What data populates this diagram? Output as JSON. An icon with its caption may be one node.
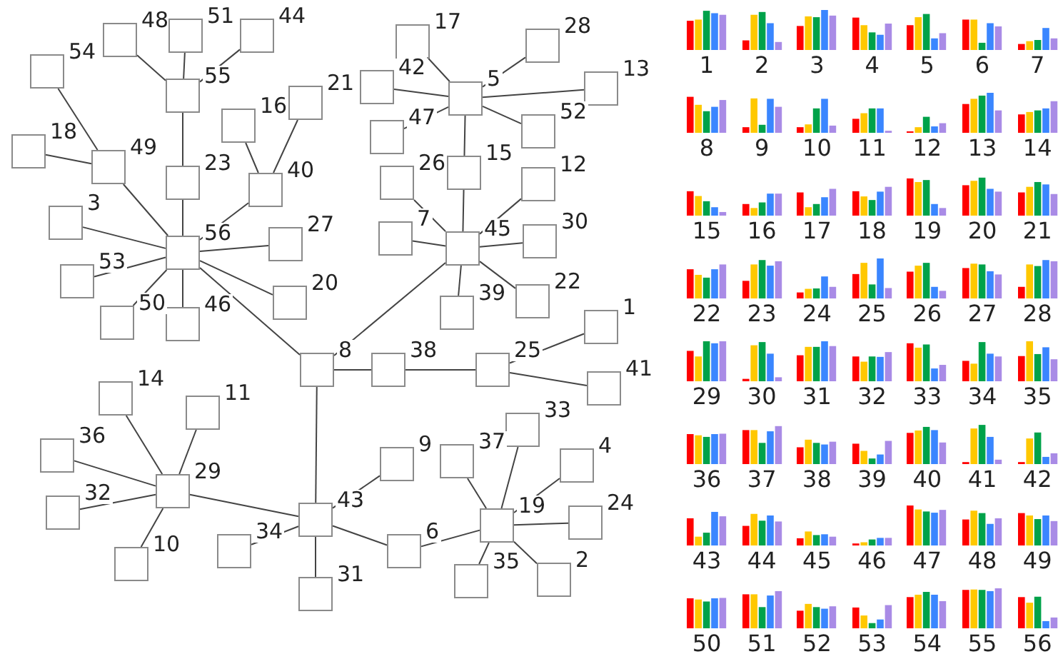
{
  "diagram": {
    "nodes": [
      {
        "text": [],
        "shape": "box",
        "beside": [
          "1"
        ]
      },
      {
        "text": [],
        "shape": "box",
        "beside": [
          "2"
        ]
      },
      {
        "text": [],
        "shape": "box",
        "beside": [
          "3"
        ]
      },
      {
        "text": [],
        "shape": "box",
        "beside": [
          "4"
        ]
      },
      {
        "text": [],
        "shape": "box",
        "beside": [
          "5"
        ]
      },
      {
        "text": [],
        "shape": "box",
        "beside": [
          "6"
        ]
      },
      {
        "text": [],
        "shape": "box",
        "beside": [
          "7"
        ]
      },
      {
        "text": [],
        "shape": "box",
        "beside": [
          "8"
        ]
      },
      {
        "text": [],
        "shape": "box",
        "beside": [
          "9"
        ]
      },
      {
        "text": [],
        "shape": "box",
        "beside": [
          "10"
        ]
      },
      {
        "text": [],
        "shape": "box",
        "beside": [
          "11"
        ]
      },
      {
        "text": [],
        "shape": "box",
        "beside": [
          "12"
        ]
      },
      {
        "text": [],
        "shape": "box",
        "beside": [
          "13"
        ]
      },
      {
        "text": [],
        "shape": "box",
        "beside": [
          "14"
        ]
      },
      {
        "text": [],
        "shape": "box",
        "beside": [
          "15"
        ]
      },
      {
        "text": [],
        "shape": "box",
        "beside": [
          "16"
        ]
      },
      {
        "text": [],
        "shape": "box",
        "beside": [
          "17"
        ]
      },
      {
        "text": [],
        "shape": "box",
        "beside": [
          "18"
        ]
      },
      {
        "text": [],
        "shape": "box",
        "beside": [
          "19"
        ]
      },
      {
        "text": [],
        "shape": "box",
        "beside": [
          "20"
        ]
      },
      {
        "text": [],
        "shape": "box",
        "beside": [
          "21"
        ]
      },
      {
        "text": [],
        "shape": "box",
        "beside": [
          "22"
        ]
      },
      {
        "text": [],
        "shape": "box",
        "beside": [
          "23"
        ]
      },
      {
        "text": [],
        "shape": "box",
        "beside": [
          "24"
        ]
      },
      {
        "text": [],
        "shape": "box",
        "beside": [
          "25"
        ]
      },
      {
        "text": [],
        "shape": "box",
        "beside": [
          "26"
        ]
      },
      {
        "text": [],
        "shape": "box",
        "beside": [
          "27"
        ]
      },
      {
        "text": [],
        "shape": "box",
        "beside": [
          "28"
        ]
      },
      {
        "text": [],
        "shape": "box",
        "beside": [
          "29"
        ]
      },
      {
        "text": [],
        "shape": "box",
        "beside": [
          "30"
        ]
      },
      {
        "text": [],
        "shape": "box",
        "beside": [
          "31"
        ]
      },
      {
        "text": [],
        "shape": "box",
        "beside": [
          "32"
        ]
      },
      {
        "text": [],
        "shape": "box",
        "beside": [
          "33"
        ]
      },
      {
        "text": [],
        "shape": "box",
        "beside": [
          "34"
        ]
      },
      {
        "text": [],
        "shape": "box",
        "beside": [
          "35"
        ]
      },
      {
        "text": [],
        "shape": "box",
        "beside": [
          "36"
        ]
      },
      {
        "text": [],
        "shape": "box",
        "beside": [
          "37"
        ]
      },
      {
        "text": [],
        "shape": "box",
        "beside": [
          "38"
        ]
      },
      {
        "text": [],
        "shape": "box",
        "beside": [
          "39"
        ]
      },
      {
        "text": [],
        "shape": "box",
        "beside": [
          "40"
        ]
      },
      {
        "text": [],
        "shape": "box",
        "beside": [
          "41"
        ]
      },
      {
        "text": [],
        "shape": "box",
        "beside": [
          "42"
        ]
      },
      {
        "text": [],
        "shape": "box",
        "beside": [
          "43"
        ]
      },
      {
        "text": [],
        "shape": "box",
        "beside": [
          "44"
        ]
      },
      {
        "text": [],
        "shape": "box",
        "beside": [
          "45"
        ]
      },
      {
        "text": [],
        "shape": "box",
        "beside": [
          "46"
        ]
      },
      {
        "text": [],
        "shape": "box",
        "beside": [
          "47"
        ]
      },
      {
        "text": [],
        "shape": "box",
        "beside": [
          "48"
        ]
      },
      {
        "text": [],
        "shape": "box",
        "beside": [
          "49"
        ]
      },
      {
        "text": [],
        "shape": "box",
        "beside": [
          "50"
        ]
      },
      {
        "text": [],
        "shape": "box",
        "beside": [
          "51"
        ]
      },
      {
        "text": [],
        "shape": "box",
        "beside": [
          "52"
        ]
      },
      {
        "text": [],
        "shape": "box",
        "beside": [
          "53"
        ]
      },
      {
        "text": [],
        "shape": "box",
        "beside": [
          "54"
        ]
      },
      {
        "text": [],
        "shape": "box",
        "beside": [
          "55"
        ]
      },
      {
        "text": [],
        "shape": "box",
        "beside": [
          "56"
        ]
      }
    ],
    "edges": [
      {
        "from": 54,
        "to": 47,
        "arrow": "none"
      },
      {
        "from": 54,
        "to": 50,
        "arrow": "none"
      },
      {
        "from": 54,
        "to": 43,
        "arrow": "none"
      },
      {
        "from": 54,
        "to": 22,
        "arrow": "none"
      },
      {
        "from": 22,
        "to": 55,
        "arrow": "none"
      },
      {
        "from": 48,
        "to": 53,
        "arrow": "none"
      },
      {
        "from": 48,
        "to": 17,
        "arrow": "none"
      },
      {
        "from": 55,
        "to": 48,
        "arrow": "none"
      },
      {
        "from": 39,
        "to": 15,
        "arrow": "none"
      },
      {
        "from": 39,
        "to": 20,
        "arrow": "none"
      },
      {
        "from": 55,
        "to": 39,
        "arrow": "none"
      },
      {
        "from": 55,
        "to": 2,
        "arrow": "none"
      },
      {
        "from": 55,
        "to": 52,
        "arrow": "none"
      },
      {
        "from": 55,
        "to": 49,
        "arrow": "none"
      },
      {
        "from": 55,
        "to": 45,
        "arrow": "none"
      },
      {
        "from": 55,
        "to": 26,
        "arrow": "none"
      },
      {
        "from": 55,
        "to": 19,
        "arrow": "none"
      },
      {
        "from": 55,
        "to": 7,
        "arrow": "none"
      },
      {
        "from": 4,
        "to": 16,
        "arrow": "none"
      },
      {
        "from": 4,
        "to": 41,
        "arrow": "none"
      },
      {
        "from": 4,
        "to": 46,
        "arrow": "none"
      },
      {
        "from": 4,
        "to": 27,
        "arrow": "none"
      },
      {
        "from": 4,
        "to": 12,
        "arrow": "none"
      },
      {
        "from": 4,
        "to": 51,
        "arrow": "none"
      },
      {
        "from": 4,
        "to": 14,
        "arrow": "none"
      },
      {
        "from": 14,
        "to": 44,
        "arrow": "none"
      },
      {
        "from": 44,
        "to": 25,
        "arrow": "none"
      },
      {
        "from": 44,
        "to": 6,
        "arrow": "none"
      },
      {
        "from": 44,
        "to": 11,
        "arrow": "none"
      },
      {
        "from": 44,
        "to": 29,
        "arrow": "none"
      },
      {
        "from": 44,
        "to": 21,
        "arrow": "none"
      },
      {
        "from": 44,
        "to": 38,
        "arrow": "none"
      },
      {
        "from": 44,
        "to": 7,
        "arrow": "none"
      },
      {
        "from": 7,
        "to": 37,
        "arrow": "none"
      },
      {
        "from": 37,
        "to": 24,
        "arrow": "none"
      },
      {
        "from": 24,
        "to": 0,
        "arrow": "none"
      },
      {
        "from": 24,
        "to": 40,
        "arrow": "none"
      },
      {
        "from": 7,
        "to": 42,
        "arrow": "none"
      },
      {
        "from": 42,
        "to": 28,
        "arrow": "none"
      },
      {
        "from": 28,
        "to": 13,
        "arrow": "none"
      },
      {
        "from": 28,
        "to": 10,
        "arrow": "none"
      },
      {
        "from": 28,
        "to": 35,
        "arrow": "none"
      },
      {
        "from": 28,
        "to": 31,
        "arrow": "none"
      },
      {
        "from": 28,
        "to": 9,
        "arrow": "none"
      },
      {
        "from": 42,
        "to": 33,
        "arrow": "none"
      },
      {
        "from": 42,
        "to": 30,
        "arrow": "none"
      },
      {
        "from": 42,
        "to": 8,
        "arrow": "none"
      },
      {
        "from": 42,
        "to": 5,
        "arrow": "none"
      },
      {
        "from": 5,
        "to": 18,
        "arrow": "none"
      },
      {
        "from": 18,
        "to": 36,
        "arrow": "none"
      },
      {
        "from": 18,
        "to": 32,
        "arrow": "none"
      },
      {
        "from": 18,
        "to": 3,
        "arrow": "none"
      },
      {
        "from": 18,
        "to": 23,
        "arrow": "none"
      },
      {
        "from": 18,
        "to": 1,
        "arrow": "none"
      },
      {
        "from": 18,
        "to": 34,
        "arrow": "none"
      }
    ],
    "labels": [
      "1",
      "2",
      "3",
      "4",
      "5",
      "6",
      "7",
      "8",
      "9",
      "10",
      "11",
      "12",
      "13",
      "14",
      "15",
      "16",
      "17",
      "18",
      "19",
      "20",
      "21",
      "22",
      "23",
      "24",
      "25",
      "26",
      "27",
      "28",
      "29",
      "30",
      "31",
      "32",
      "33",
      "34",
      "35",
      "36",
      "37",
      "38",
      "39",
      "40",
      "41",
      "42",
      "43",
      "44",
      "45",
      "46",
      "47",
      "48",
      "49",
      "50",
      "51",
      "52",
      "53",
      "54",
      "55",
      "56"
    ]
  }
}
